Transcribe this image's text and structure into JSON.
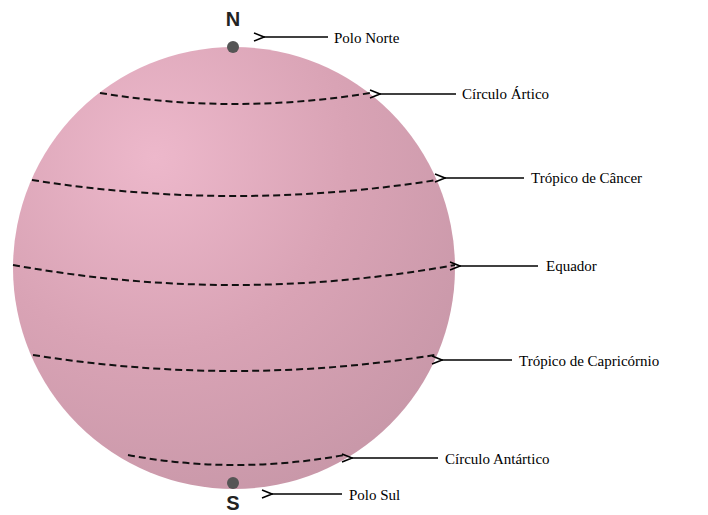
{
  "diagram": {
    "labels": [
      "N",
      "Polo Norte",
      "Círculo Ártico",
      "Trópico de Câncer",
      "Equador",
      "Trópico de Capricórnio",
      "Círculo Antártico",
      "Polo Sul",
      "S"
    ]
  }
}
